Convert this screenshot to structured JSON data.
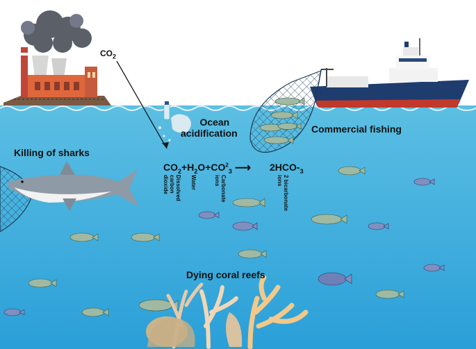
{
  "labels": {
    "co2": "CO",
    "co2_sub": "2",
    "ocean_acidification_1": "Ocean",
    "ocean_acidification_2": "acidification",
    "commercial_fishing": "Commercial fishing",
    "killing_of_sharks": "Killing of sharks",
    "dying_coral_reefs": "Dying coral reefs"
  },
  "equation": {
    "co2": "CO",
    "co2_sub": "2",
    "plus1": "+H",
    "h2o_sub": "2",
    "o": "O+CO",
    "co3_sub": "2",
    "co3_tail": "3",
    "arrow": "⟶",
    "product": "2HCO-",
    "product_sub": "3",
    "annotations": {
      "dissolved_co2": "Dissolved carbon dioxide",
      "water": "Water",
      "carbonate_ions": "Carbonate ions",
      "bicarbonate_ions": "2 bicarbonate ions"
    }
  },
  "colors": {
    "ocean_top": "#4fb3d9",
    "ocean_bottom": "#2b9ed6",
    "ship_hull": "#1f3c6e",
    "ship_bottom": "#c0392b",
    "factory": "#e0673b",
    "smoke": "#555a63"
  }
}
